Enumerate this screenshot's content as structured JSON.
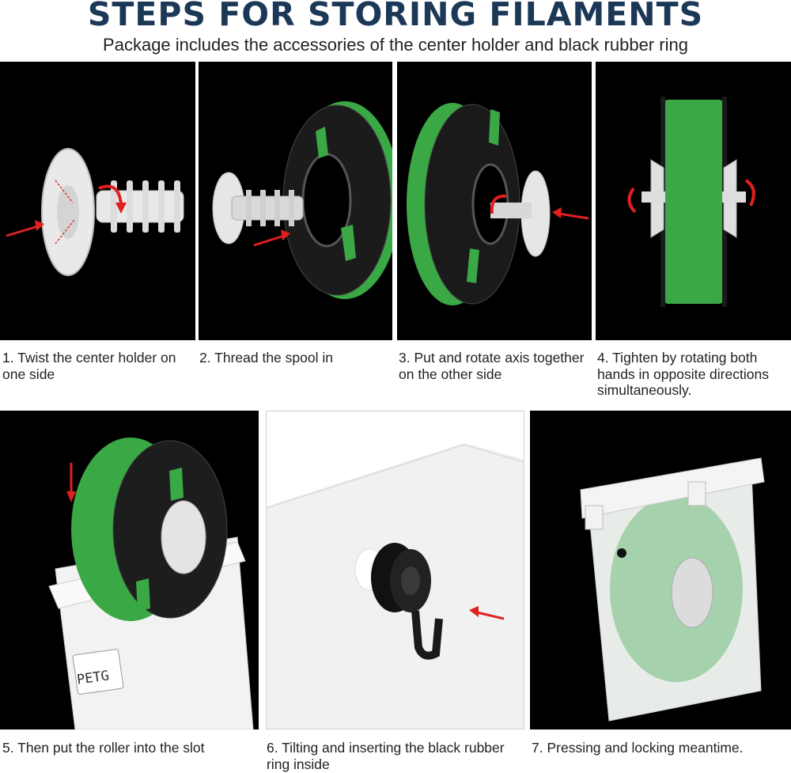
{
  "header": {
    "title": "STEPS FOR STORING FILAMENTS",
    "subtitle": "Package includes the accessories of the center holder and black rubber ring"
  },
  "steps": [
    {
      "caption": "1. Twist the center holder on one side"
    },
    {
      "caption": "2. Thread the spool in"
    },
    {
      "caption": "3. Put and rotate axis together on the other side"
    },
    {
      "caption": "4. Tighten by rotating both hands in opposite directions simultaneously."
    },
    {
      "caption": "5. Then put the roller into the slot"
    },
    {
      "caption": "6. Tilting and inserting the black rubber ring inside"
    },
    {
      "caption": "7. Pressing and locking meantime."
    }
  ],
  "box_label": "PETG",
  "colors": {
    "title": "#1c3857",
    "filament_green": "#3aa845",
    "arrow_red": "#e02020",
    "panel_bg": "#000000"
  }
}
